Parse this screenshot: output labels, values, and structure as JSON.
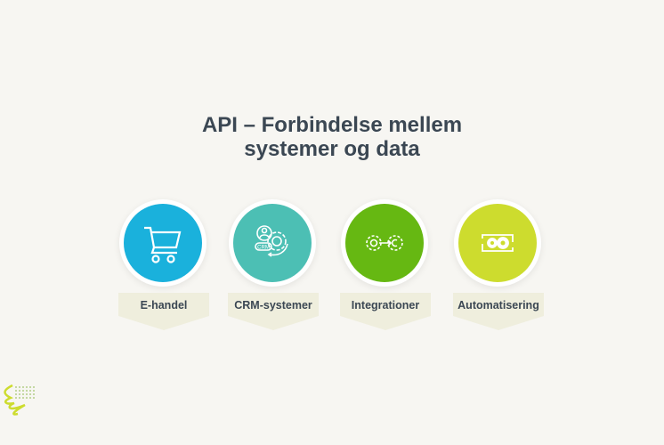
{
  "title": {
    "line1": "API – Forbindelse mellem",
    "line2": "systemer og data"
  },
  "items": [
    {
      "label": "E-handel",
      "icon": "shopping-cart-icon",
      "color": "#1ab1dc"
    },
    {
      "label": "CRM-systemer",
      "icon": "crm-gear-icon",
      "color": "#4cbfb4"
    },
    {
      "label": "Integrationer",
      "icon": "gears-connect-icon",
      "color": "#66b812"
    },
    {
      "label": "Automatisering",
      "icon": "automation-gears-icon",
      "color": "#cddc2e"
    }
  ]
}
